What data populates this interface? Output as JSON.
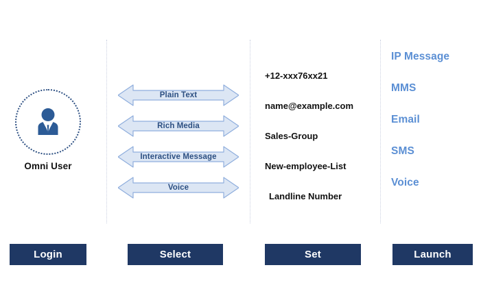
{
  "user": {
    "icon": "businessperson-icon",
    "label": "Omni User"
  },
  "message_types": [
    {
      "label": "Plain Text"
    },
    {
      "label": "Rich Media"
    },
    {
      "label": "Interactive Message"
    },
    {
      "label": "Voice"
    }
  ],
  "identifiers": [
    {
      "value": "+12-xxx76xx21"
    },
    {
      "value": "name@example.com"
    },
    {
      "value": "Sales-Group"
    },
    {
      "value": "New-employee-List"
    },
    {
      "value": "Landline Number"
    }
  ],
  "channels": [
    {
      "label": "IP Message"
    },
    {
      "label": "MMS"
    },
    {
      "label": "Email"
    },
    {
      "label": "SMS"
    },
    {
      "label": "Voice"
    }
  ],
  "actions": [
    {
      "label": "Login"
    },
    {
      "label": "Select"
    },
    {
      "label": "Set"
    },
    {
      "label": "Launch"
    }
  ],
  "colors": {
    "button_bg": "#1f3864",
    "button_text": "#ffffff",
    "arrow_fill": "#dce6f4",
    "arrow_stroke": "#8faedd",
    "arrow_text": "#2c4f82",
    "channel_text": "#5b8fd4",
    "icon_blue": "#2c5b96",
    "divider": "#c9cfe0"
  }
}
